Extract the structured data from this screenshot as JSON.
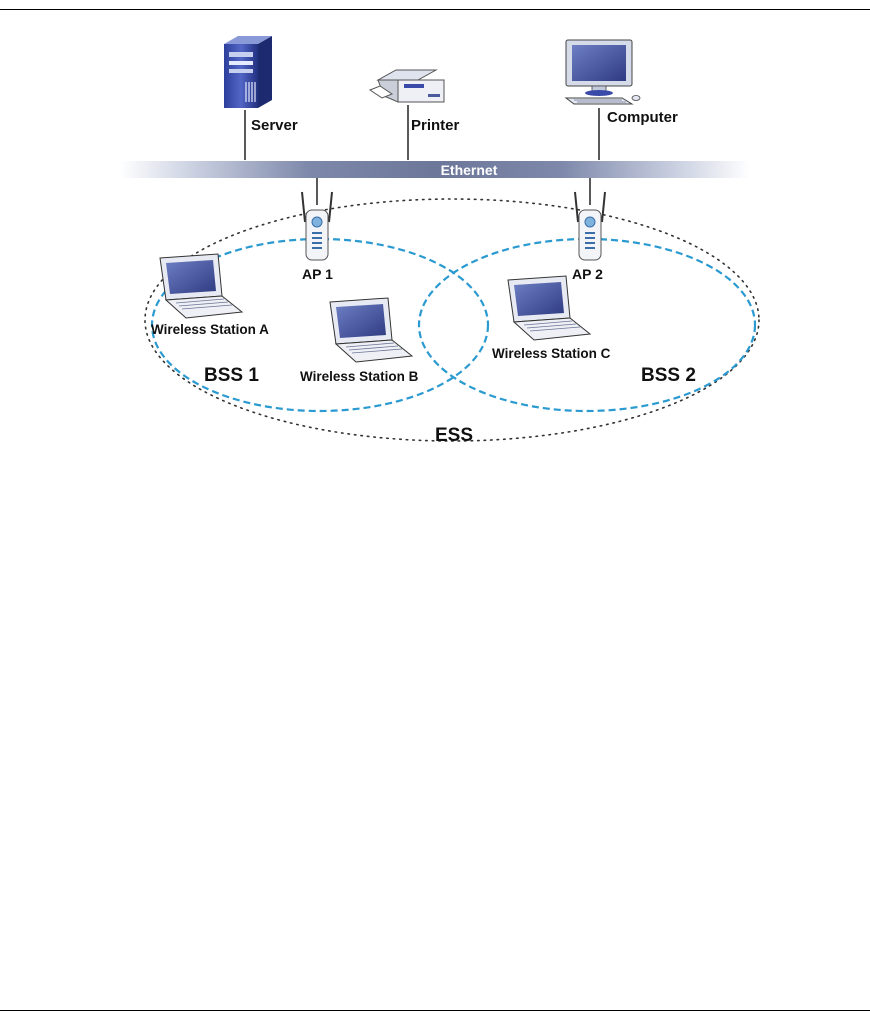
{
  "diagram": {
    "nodes": {
      "server": "Server",
      "printer": "Printer",
      "computer": "Computer",
      "ethernet": "Ethernet",
      "ap1": "AP 1",
      "ap2": "AP 2",
      "station_a": "Wireless Station A",
      "station_b": "Wireless Station B",
      "station_c": "Wireless Station C",
      "bss1": "BSS 1",
      "bss2": "BSS 2",
      "ess": "ESS"
    },
    "colors": {
      "bss_border": "#2a9ad0",
      "ethernet_bar": "#7884a6",
      "ess_border": "#333333"
    }
  }
}
